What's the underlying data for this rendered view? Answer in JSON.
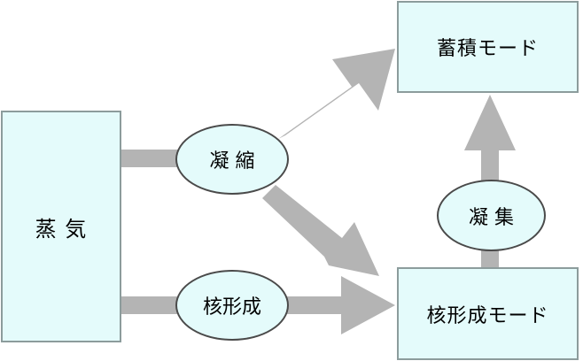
{
  "boxes": {
    "steam": "蒸 気",
    "accumulation_mode": "蓄積モード",
    "nucleation_mode": "核形成モード"
  },
  "processes": {
    "condensation": "凝 縮",
    "nucleation": "核形成",
    "coagulation": "凝 集"
  },
  "colors": {
    "node_fill": "#e4fbfb",
    "box_border": "#8c9c9c",
    "ellipse_border": "#4a4a4a",
    "arrow": "#b4b4b4"
  }
}
